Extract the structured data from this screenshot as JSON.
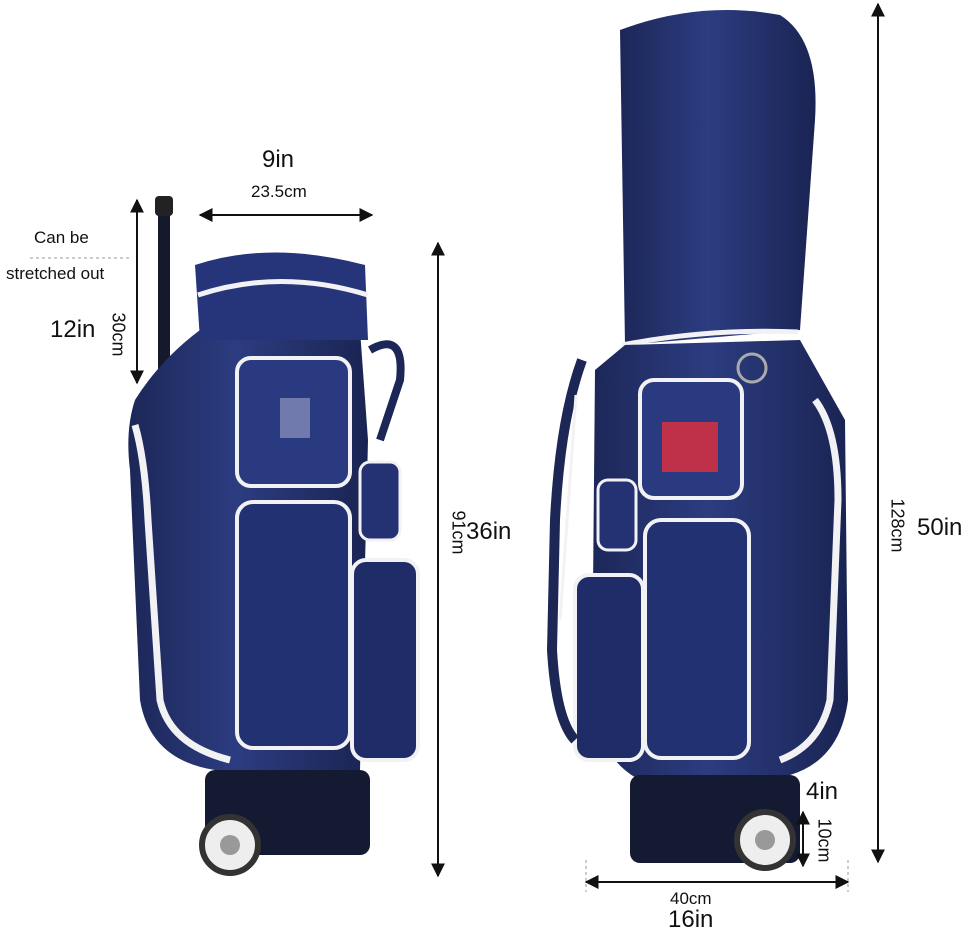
{
  "product": {
    "bag_color": "#25336f",
    "trim_color": "#f2f2f4",
    "dark_color": "#151a33"
  },
  "left_bag": {
    "width_in": "9in",
    "width_cm": "23.5cm",
    "handle_note_line1": "Can be",
    "handle_note_line2": "stretched out",
    "handle_in": "12in",
    "handle_cm": "30cm",
    "height_in": "36in",
    "height_cm": "91cm"
  },
  "right_bag": {
    "height_in": "50in",
    "height_cm": "128cm",
    "wheel_in": "4in",
    "wheel_cm": "10cm",
    "base_cm": "40cm",
    "base_in": "16in"
  }
}
